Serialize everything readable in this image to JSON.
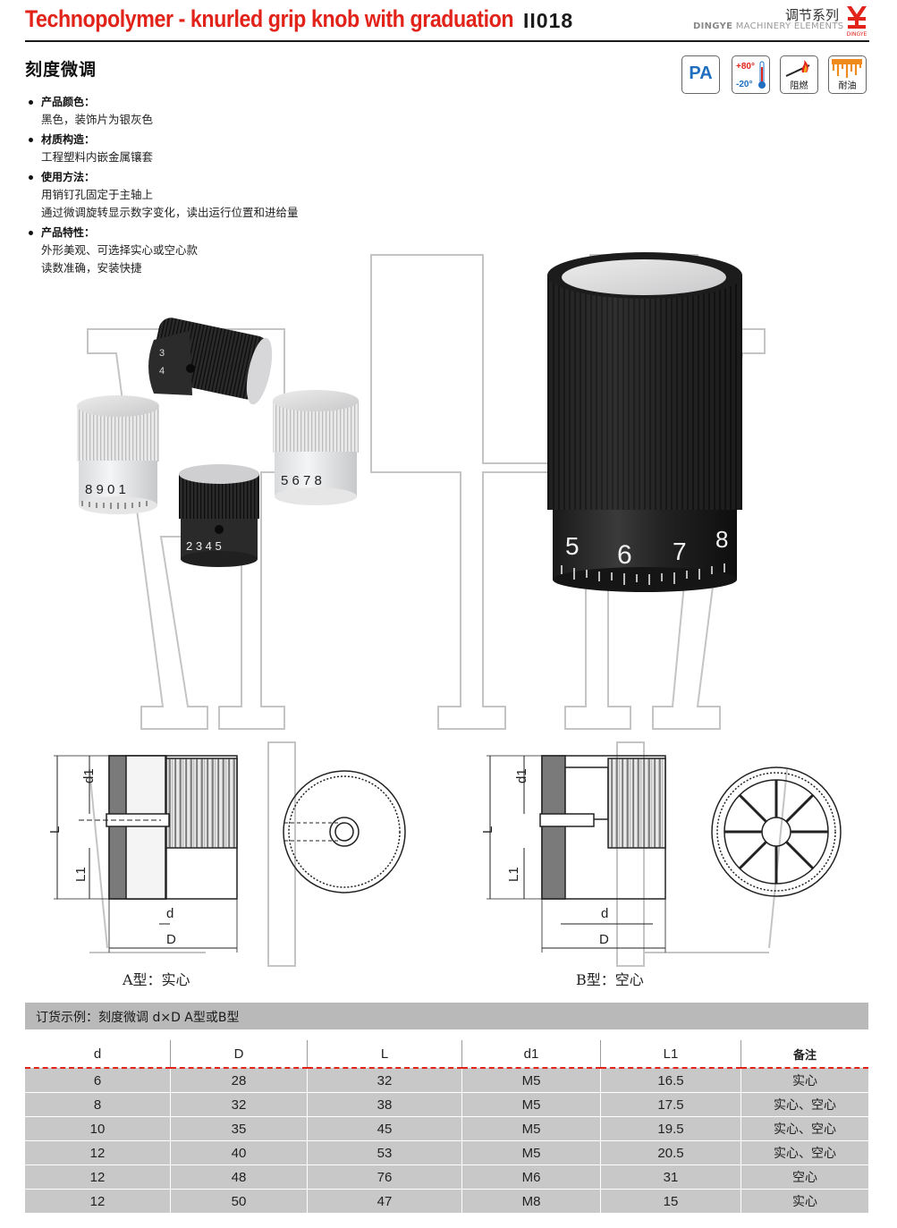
{
  "header": {
    "title": "Technopolymer - knurled grip knob with graduation",
    "code": "II018",
    "series": "调节系列",
    "brand_bold": "DINGYE",
    "brand_rest": " MACHINERY ELEMENTS",
    "logo_text": "DINGYE"
  },
  "subtitle": "刻度微调",
  "badges": {
    "material": "PA",
    "temp_high": "+80°",
    "temp_low": "-20°",
    "flame_label": "阻燃",
    "oil_label": "耐油"
  },
  "features": [
    {
      "head": "产品颜色：",
      "lines": [
        "黑色，装饰片为银灰色"
      ]
    },
    {
      "head": "材质构造：",
      "lines": [
        "工程塑料内嵌金属镶套"
      ]
    },
    {
      "head": "使用方法：",
      "lines": [
        "用销钉孔固定于主轴上",
        "通过微调旋转显示数字变化，读出运行位置和进给量"
      ]
    },
    {
      "head": "产品特性：",
      "lines": [
        "外形美观、可选择实心或空心款",
        "读数准确，安装快捷"
      ]
    }
  ],
  "drawings": {
    "label_d1": "d1",
    "label_L": "L",
    "label_L1": "L1",
    "label_d": "d",
    "label_D": "D",
    "caption_a": "A型：实心",
    "caption_b": "B型：空心"
  },
  "order_example": "订货示例：刻度微调 d×D A型或B型",
  "table": {
    "headers": [
      "d",
      "D",
      "L",
      "d1",
      "L1",
      "备注"
    ],
    "rows": [
      [
        "6",
        "28",
        "32",
        "M5",
        "16.5",
        "实心"
      ],
      [
        "8",
        "32",
        "38",
        "M5",
        "17.5",
        "实心、空心"
      ],
      [
        "10",
        "35",
        "45",
        "M5",
        "19.5",
        "实心、空心"
      ],
      [
        "12",
        "40",
        "53",
        "M5",
        "20.5",
        "实心、空心"
      ],
      [
        "12",
        "48",
        "76",
        "M6",
        "31",
        "空心"
      ],
      [
        "12",
        "50",
        "47",
        "M8",
        "15",
        "实心"
      ]
    ]
  },
  "colors": {
    "accent_red": "#e2231a",
    "table_row": "#c8c8c8",
    "order_bar": "#b9b9b9"
  }
}
